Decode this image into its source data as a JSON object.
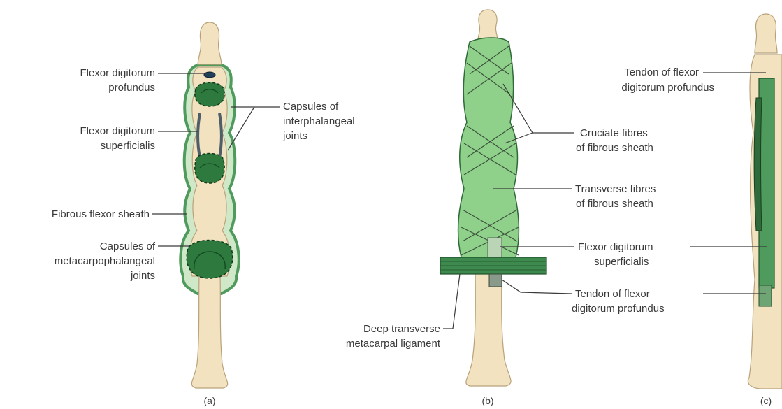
{
  "panels": {
    "a": {
      "caption": "(a)",
      "labels": {
        "fdp_line1": "Flexor digitorum",
        "fdp_line2": "profundus",
        "cap_ip_line1": "Capsules of",
        "cap_ip_line2": "interphalangeal",
        "cap_ip_line3": "joints",
        "fds_line1": "Flexor digitorum",
        "fds_line2": "superficialis",
        "sheath": "Fibrous flexor sheath",
        "cap_mcp_line1": "Capsules of",
        "cap_mcp_line2": "metacarpophalangeal",
        "cap_mcp_line3": "joints"
      }
    },
    "b": {
      "caption": "(b)",
      "labels": {
        "cruciate_line1": "Cruciate fibres",
        "cruciate_line2": "of fibrous sheath",
        "transverse_line1": "Transverse fibres",
        "transverse_line2": "of fibrous sheath",
        "fds_line1": "Flexor digitorum",
        "fds_line2": "superficialis",
        "tfdp_line1": "Tendon of flexor",
        "tfdp_line2": "digitorum profundus",
        "deep_line1": "Deep transverse",
        "deep_line2": "metacarpal ligament"
      }
    },
    "c": {
      "caption": "(c)",
      "labels": {
        "tfdp_line1": "Tendon of flexor",
        "tfdp_line2": "digitorum profundus"
      }
    }
  },
  "colors": {
    "bone": "#f2e2c0",
    "sheath_green": "#3f8a4f",
    "dark_green": "#1f5a2e",
    "light_green": "#a9dca2",
    "text": "#3a3a3a"
  }
}
